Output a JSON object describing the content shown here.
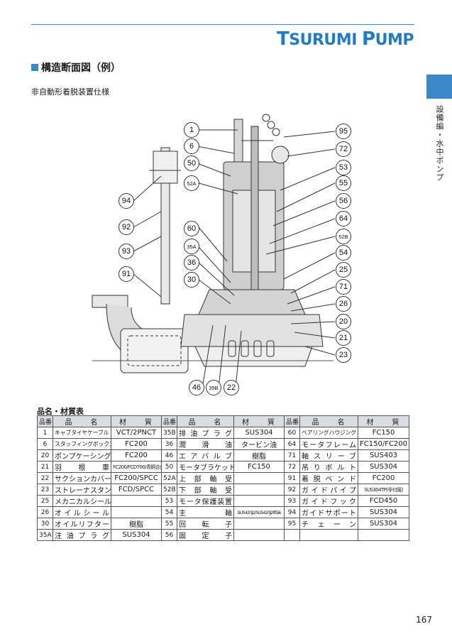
{
  "header": {
    "brand_first": "T",
    "brand_rest": "SURUMI ",
    "brand_second": "P",
    "brand_tail": "UMP"
  },
  "side_label": "設備編・水中ポンプ",
  "section_title": "構造断面図（例）",
  "subtitle": "非自動形着脱装置仕様",
  "diagram": {
    "callouts": [
      "1",
      "6",
      "50",
      "52A",
      "94",
      "92",
      "93",
      "91",
      "60",
      "35A",
      "36",
      "30",
      "46",
      "35B",
      "22",
      "95",
      "72",
      "53",
      "55",
      "56",
      "64",
      "52B",
      "54",
      "25",
      "71",
      "26",
      "20",
      "21",
      "23"
    ]
  },
  "table": {
    "title": "品名・材質表",
    "headers": [
      "品番",
      "品　　名",
      "材　　質",
      "品番",
      "品　　名",
      "材　　質",
      "品番",
      "品　　名",
      "材　　質"
    ],
    "rows": [
      [
        "1",
        "キャブタイヤケーブル",
        "VCT/2PNCT",
        "35B",
        "排油プラグ",
        "SUS304",
        "60",
        "ベアリングハウジング",
        "FC150"
      ],
      [
        "6",
        "スタッフィングボックス",
        "FC200",
        "36",
        "潤滑油",
        "タービン油",
        "64",
        "モータフレーム",
        "FC150/FC200"
      ],
      [
        "20",
        "ポンプケーシング",
        "FC200",
        "46",
        "エアバルブ",
        "樹脂",
        "71",
        "軸スリーブ",
        "SUS403"
      ],
      [
        "21",
        "羽根車",
        "FC200/FCD700/青銅合金",
        "50",
        "モータブラケット",
        "FC150",
        "72",
        "吊りボルト",
        "SUS304"
      ],
      [
        "22",
        "サクションカバー",
        "FC200/SPCC",
        "52A",
        "上部軸受",
        "",
        "91",
        "着脱ベンド",
        "FC200"
      ],
      [
        "23",
        "ストレーナスタンド",
        "FCD/SPCC",
        "52B",
        "下部軸受",
        "",
        "92",
        "ガイドパイプ",
        "SUS304TP(非付属)"
      ],
      [
        "25",
        "メカニカルシール",
        "",
        "53",
        "モータ保護装置",
        "",
        "93",
        "ガイドフック",
        "FCD450"
      ],
      [
        "26",
        "オイルシール",
        "",
        "54",
        "主軸",
        "SUS420J2/SUS420J2相当",
        "94",
        "ガイドサポート",
        "SUS304"
      ],
      [
        "30",
        "オイルリフター",
        "樹脂",
        "55",
        "回転子",
        "",
        "95",
        "チェーン",
        "SUS304"
      ],
      [
        "35A",
        "注油プラグ",
        "SUS304",
        "56",
        "固定子",
        "",
        "",
        "",
        ""
      ]
    ]
  },
  "page_number": "167",
  "colors": {
    "accent": "#3a88c8",
    "brand": "#1f7cc4",
    "header_bg": "#d8dde2"
  }
}
